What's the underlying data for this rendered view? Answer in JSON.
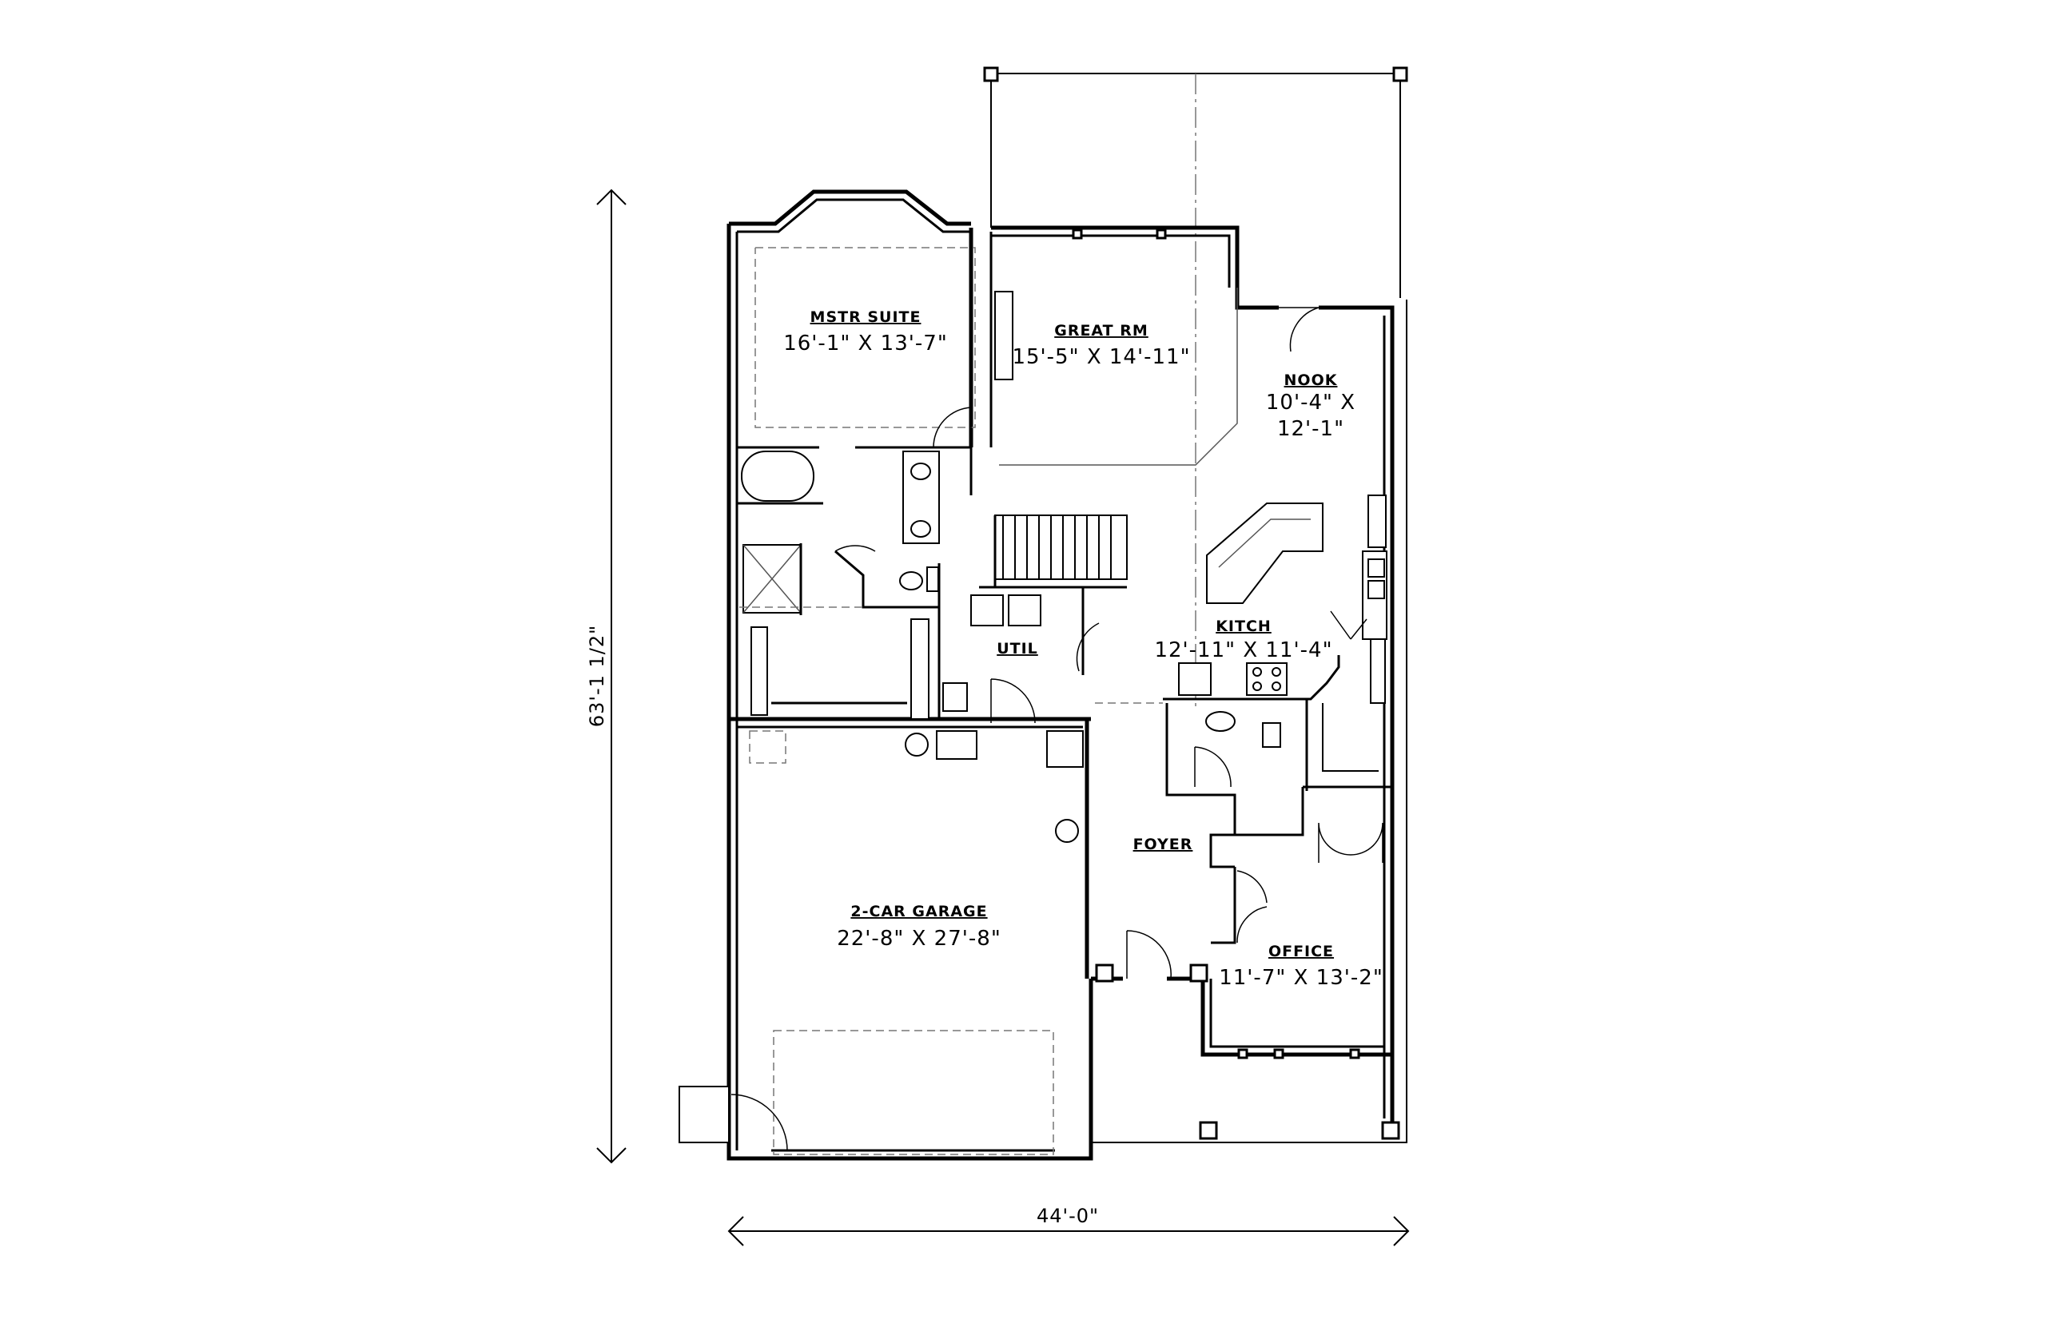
{
  "overall_dims": {
    "depth": "63'-1 1/2\"",
    "width": "44'-0\""
  },
  "rooms": {
    "mstr_suite": {
      "name": "MSTR SUITE",
      "dims": "16'-1\" X 13'-7\""
    },
    "great_rm": {
      "name": "GREAT RM",
      "dims": "15'-5\" X 14'-11\""
    },
    "nook": {
      "name": "NOOK",
      "dims_line1": "10'-4\" X",
      "dims_line2": "12'-1\""
    },
    "kitch": {
      "name": "KITCH",
      "dims": "12'-11\" X 11'-4\""
    },
    "util": {
      "name": "UTIL"
    },
    "foyer": {
      "name": "FOYER"
    },
    "garage": {
      "name": "2-CAR GARAGE",
      "dims": "22'-8\" X 27'-8\""
    },
    "office": {
      "name": "OFFICE",
      "dims": "11'-7\" X 13'-2\""
    }
  }
}
